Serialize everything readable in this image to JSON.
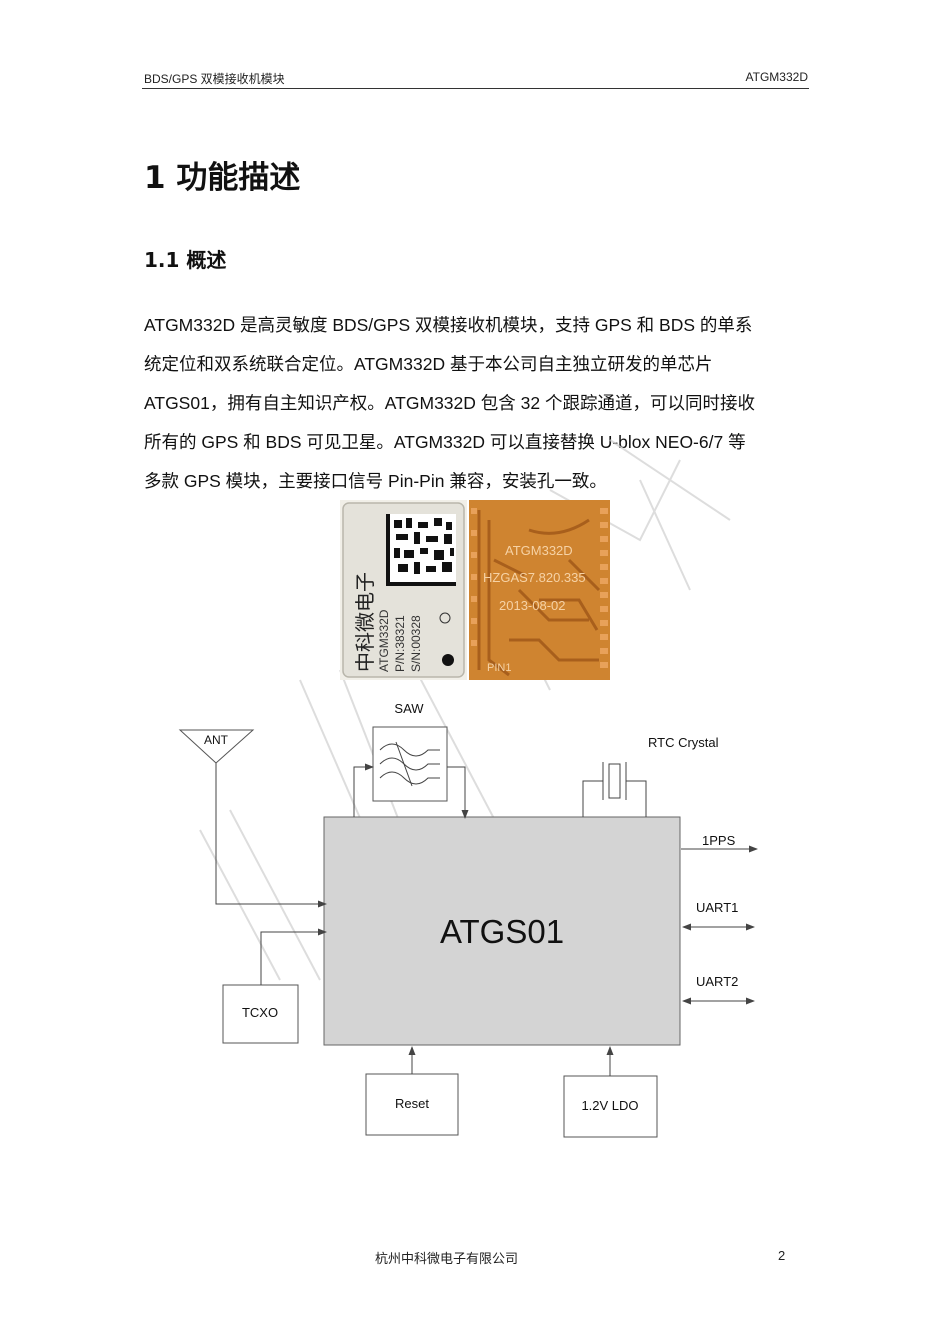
{
  "header": {
    "left": "BDS/GPS 双模接收机模块",
    "right": "ATGM332D"
  },
  "section_title": "1 功能描述",
  "subsection_title": "1.1 概述",
  "paragraph_lines": [
    "ATGM332D 是高灵敏度 BDS/GPS 双模接收机模块，支持 GPS 和 BDS 的单系",
    "统定位和双系统联合定位。ATGM332D 基于本公司自主独立研发的单芯片",
    "ATGS01，拥有自主知识产权。ATGM332D 包含 32 个跟踪通道，可以同时接收",
    "所有的 GPS 和 BDS 可见卫星。ATGM332D 可以直接替换 U-blox NEO-6/7 等",
    "多款 GPS 模块，主要接口信号 Pin-Pin 兼容，安装孔一致。"
  ],
  "photo_front": {
    "vertical_text": "中科微电子",
    "lines": [
      "ATGM332D",
      "P/N:38321",
      "S/N:00328"
    ]
  },
  "photo_back": {
    "lines": [
      "ATGM332D",
      "HZGAS7.820.335",
      "2013-08-02"
    ],
    "pin_label": "PIN1"
  },
  "diagram": {
    "chip": "ATGS01",
    "ant": "ANT",
    "saw": "SAW",
    "rtc": "RTC Crystal",
    "pps": "1PPS",
    "uart1": "UART1",
    "uart2": "UART2",
    "tcxo": "TCXO",
    "reset": "Reset",
    "ldo": "1.2V LDO"
  },
  "footer": {
    "company": "杭州中科微电子有限公司",
    "page": "2"
  },
  "colors": {
    "chip_fill": "#d4d4d4",
    "photo_front": "#e6e4dc",
    "photo_back": "#cf8430",
    "trace": "#a85f1c"
  }
}
